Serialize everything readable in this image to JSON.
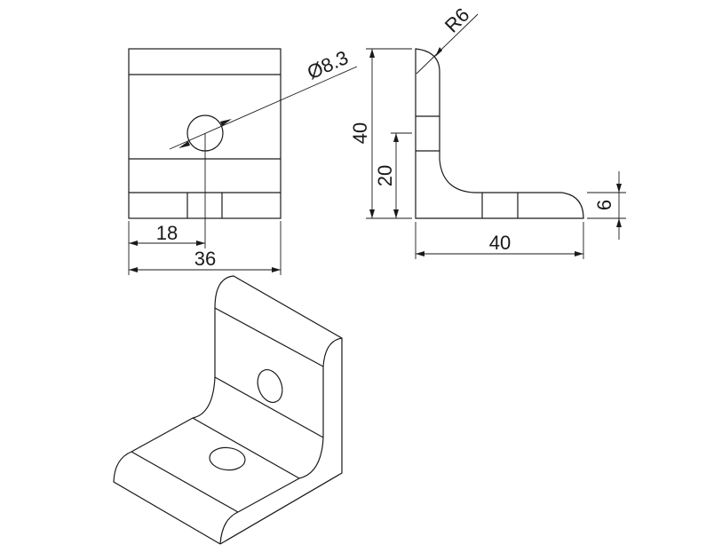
{
  "drawing": {
    "front_view": {
      "hole_diameter_label": "Ø8.3",
      "hole_offset_label": "18",
      "width_label": "36"
    },
    "side_view": {
      "radius_label": "R6",
      "height_label": "40",
      "hole_height_label": "20",
      "thickness_label": "6",
      "length_label": "40"
    },
    "line_color": "#1a1a1a"
  }
}
